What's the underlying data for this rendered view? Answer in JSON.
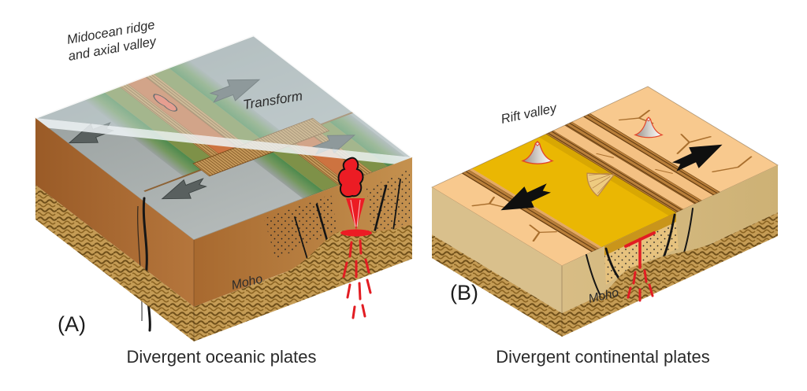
{
  "panel_a": {
    "label": "(A)",
    "caption": "Divergent oceanic plates",
    "ridge_label_line1": "Midocean ridge",
    "ridge_label_line2": "and axial valley",
    "transform_label": "Transform",
    "moho_label": "Moho"
  },
  "panel_b": {
    "label": "(B)",
    "caption": "Divergent continental plates",
    "rift_label": "Rift valley",
    "moho_label": "Moho"
  },
  "colors": {
    "ocean_water": "#dcebee",
    "oceanic_plate_gray": "#a3aaa9",
    "ridge_flank_green": "#4d8a4d",
    "ridge_olive": "#7e9148",
    "axial_valley_orange": "#cd7340",
    "lava_red": "#ed1c24",
    "cooling_lava": "#f0684c",
    "fault_scarp_tan": "#c6995a",
    "oceanic_crust_brown": "#a8692f",
    "mantle_tan": "#c59c55",
    "mantle_texture_brown": "#6f4f1a",
    "continental_plateau_peach": "#f8c98e",
    "rift_floor_yellow": "#eab703",
    "continental_crust_khaki": "#d9c08c",
    "fault_black": "#151515",
    "arrow_oceanic_gray": "#59605f",
    "arrow_continental_black": "#0f0f0f",
    "volcano_outline_red": "#e2452a",
    "crack_brown": "#a96f2e",
    "text_dark": "#2b2b2b"
  }
}
